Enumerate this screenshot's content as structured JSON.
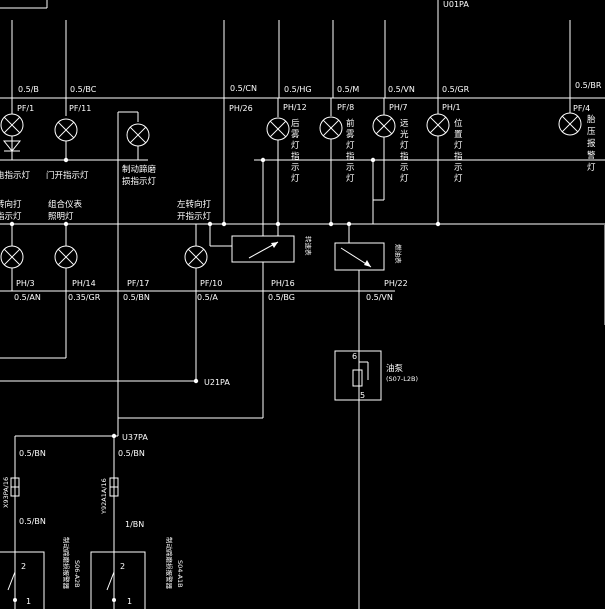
{
  "header": {
    "connector_top": "U01PA"
  },
  "wires_top": [
    "0.5/B",
    "0.5/BC",
    "0.5/CN",
    "0.5/HG",
    "0.5/M",
    "0.5/VN",
    "0.5/GR",
    "0.5/BR"
  ],
  "pins_top": [
    "PF/1",
    "PF/11",
    "PH/26",
    "PH/12",
    "PF/8",
    "PH/7",
    "PH/1",
    "PF/4"
  ],
  "lamp_labels": {
    "charge": "电指示灯",
    "door": "门开指示灯",
    "brake_wear": [
      "制动蹄磨",
      "损指示灯"
    ],
    "rear_fog": [
      "后",
      "雾",
      "灯",
      "指",
      "示",
      "灯"
    ],
    "front_fog": [
      "前",
      "雾",
      "灯",
      "指",
      "示",
      "灯"
    ],
    "high_beam": [
      "远",
      "光",
      "灯",
      "指",
      "示",
      "灯"
    ],
    "position": [
      "位",
      "置",
      "灯",
      "指",
      "示",
      "灯"
    ],
    "tire": [
      "胎",
      "压",
      "报",
      "警",
      "灯"
    ]
  },
  "mid_labels": {
    "right_turn": [
      "转向打",
      "指示灯"
    ],
    "instrument_light": [
      "组合仪表",
      "照明灯"
    ],
    "left_turn": [
      "左转向打",
      "开指示灯"
    ],
    "tachometer": "转速表",
    "fuel_gauge": "燃油表"
  },
  "pins_bottom": [
    "PH/3",
    "PH/14",
    "PF/17",
    "PF/10",
    "PH/16",
    "PH/22"
  ],
  "wires_bottom": [
    "0.5/AN",
    "0.35/GR",
    "0.5/BN",
    "0.5/A",
    "0.5/BG",
    "0.5/VN"
  ],
  "nodes": {
    "u21": "U21PA",
    "u37": "U37PA"
  },
  "pump": {
    "label": "油泵",
    "code": "(S07-L2B)",
    "pin_top": "6",
    "pin_bottom": "5"
  },
  "lower_left": {
    "conn_a": "X93PA/16",
    "conn_b": "Y92A1A/16",
    "wire_a_top": "0.5/BN",
    "wire_b_top": "0.5/BN",
    "wire_a_bottom": "0.5/BN",
    "wire_b_bottom": "1/BN",
    "sensor_a": [
      "制动蹄磨损报警器",
      "S06-A2B"
    ],
    "sensor_b": [
      "制动蹄磨损报警器",
      "S04-A1B"
    ],
    "pin_a_top": "2",
    "pin_a_bottom": "1",
    "pin_b_top": "2",
    "pin_b_bottom": "1"
  }
}
